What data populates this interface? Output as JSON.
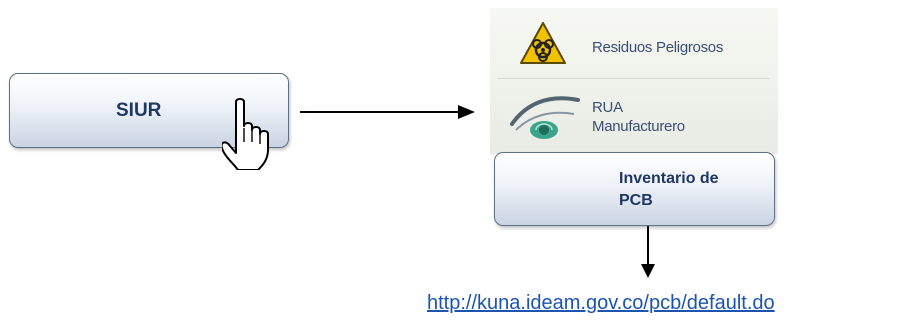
{
  "siur_box": {
    "label": "SIUR"
  },
  "menu": {
    "items": [
      {
        "label": "Residuos Peligrosos",
        "icon": "biohazard-warning-icon"
      },
      {
        "label": "RUA\nManufacturero",
        "icon": "eye-swirl-icon"
      }
    ]
  },
  "pcb_box": {
    "label": "Inventario de\nPCB"
  },
  "link": {
    "text": "http://kuna.ideam.gov.co/pcb/default.do"
  },
  "colors": {
    "box_text": "#1f3763",
    "link": "#1c54b0",
    "hazard_yellow": "#f2c200"
  }
}
